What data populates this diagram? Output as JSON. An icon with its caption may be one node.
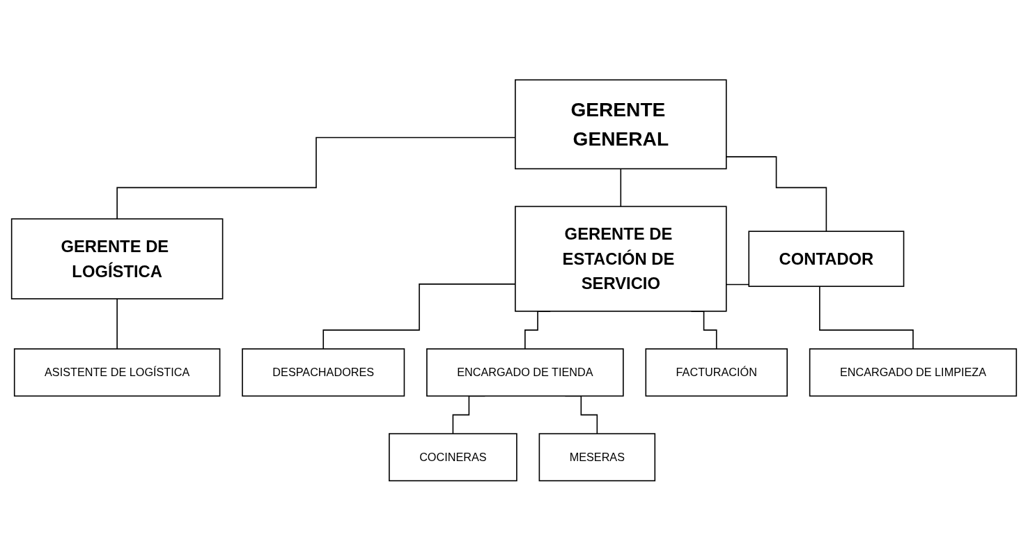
{
  "diagram": {
    "nodes": [
      {
        "text": [
          "GERENTE GENERAL"
        ]
      },
      {
        "text": [
          "GERENTE DE LOGÍSTICA"
        ]
      },
      {
        "text": [
          "GERENTE DE ESTACIÓN DE SERVICIO"
        ]
      },
      {
        "text": [
          "CONTADOR"
        ]
      },
      {
        "text": [
          "ASISTENTE DE LOGÍSTICA"
        ]
      },
      {
        "text": [
          "DESPACHADORES"
        ]
      },
      {
        "text": [
          "ENCARGADO DE TIENDA"
        ]
      },
      {
        "text": [
          "FACTURACIÓN"
        ]
      },
      {
        "text": [
          "ENCARGADO DE LIMPIEZA"
        ]
      },
      {
        "text": [
          "COCINERAS"
        ]
      },
      {
        "text": [
          "MESERAS"
        ]
      }
    ],
    "edges": [
      {
        "from": 0,
        "to": 1,
        "arrow": "none"
      },
      {
        "from": 0,
        "to": 2,
        "arrow": "none"
      },
      {
        "from": 0,
        "to": 3,
        "arrow": "none"
      },
      {
        "from": 1,
        "to": 4,
        "arrow": "none"
      },
      {
        "from": 2,
        "to": 5,
        "arrow": "none"
      },
      {
        "from": 2,
        "to": 6,
        "arrow": "none"
      },
      {
        "from": 2,
        "to": 7,
        "arrow": "none"
      },
      {
        "from": 2,
        "to": 8,
        "arrow": "none"
      },
      {
        "from": 6,
        "to": 9,
        "arrow": "none"
      },
      {
        "from": 6,
        "to": 10,
        "arrow": "none"
      }
    ]
  }
}
